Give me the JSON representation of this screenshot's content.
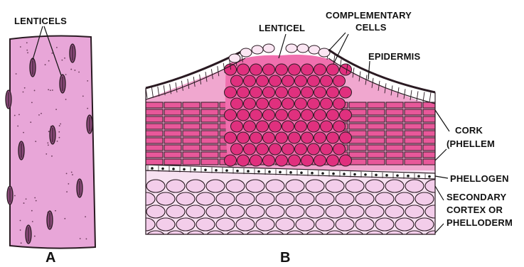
{
  "panel_a": {
    "label": "A",
    "callout": "LENTICELS"
  },
  "panel_b": {
    "label": "B",
    "callouts": {
      "lenticel": "LENTICEL",
      "complementary_1": "COMPLEMENTARY",
      "complementary_2": "CELLS",
      "epidermis": "EPIDERMIS",
      "cork_1": "CORK",
      "cork_2": "(PHELLEM",
      "phellogen": "PHELLOGEN",
      "secondary_1": "SECONDARY",
      "secondary_2": "CORTEX OR",
      "secondary_3": "PHELLODERM"
    }
  },
  "colors": {
    "stem_bark": "#e8a6d8",
    "lenticel_cells": "#e0307e",
    "cork_cells": "#e8589a",
    "phelloderm_cells": "#f3cdea",
    "outline": "#2a1a22"
  }
}
